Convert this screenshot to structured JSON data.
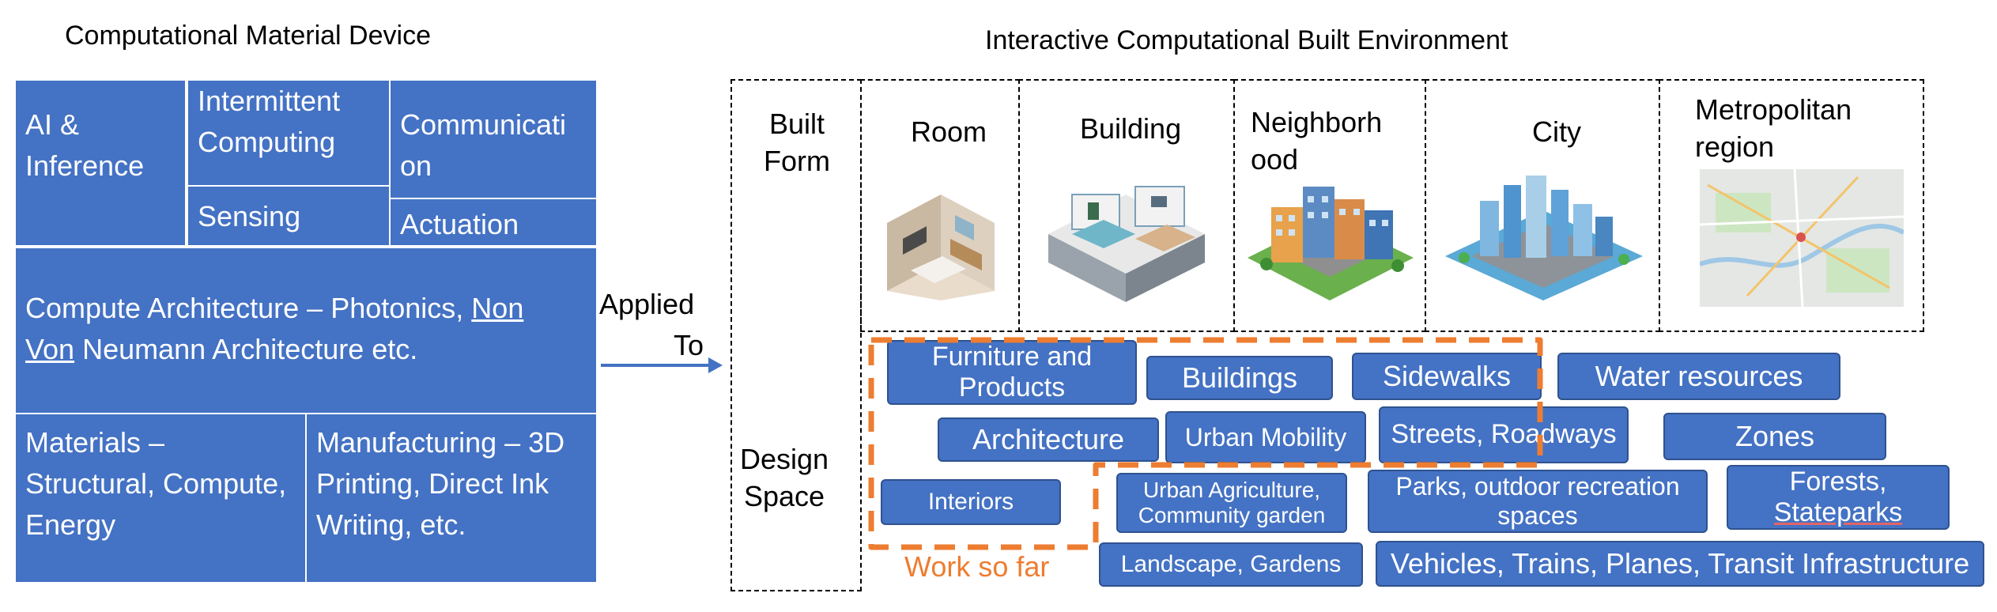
{
  "left": {
    "title": "Computational Material Device",
    "boxes": {
      "ai": "AI & Inference",
      "intermittent": "Intermittent Computing",
      "communication": "Communicati on",
      "sensing": "Sensing",
      "actuation": "Actuation",
      "compute_a": "Compute Architecture – Photonics, ",
      "compute_b": "Non",
      "compute_c": "Von",
      "compute_d": " Neumann Architecture etc.",
      "materials": "Materials – Structural, Compute, Energy",
      "manufacturing": "Manufacturing – 3D Printing, Direct Ink Writing, etc."
    }
  },
  "arrow": {
    "line1": "Applied",
    "line2": "To"
  },
  "right": {
    "title": "Interactive Computational Built Environment",
    "built_form_1": "Built",
    "built_form_2": "Form",
    "design_space_1": "Design",
    "design_space_2": "Space",
    "scales": {
      "room": "Room",
      "building": "Building",
      "neighborhood_1": "Neighborh",
      "neighborhood_2": "ood",
      "city": "City",
      "metro_1": "Metropolitan",
      "metro_2": "region"
    },
    "pills": {
      "furniture": "Furniture and Products",
      "buildings": "Buildings",
      "sidewalks": "Sidewalks",
      "water": "Water resources",
      "architecture": "Architecture",
      "urban_mobility": "Urban Mobility",
      "streets": "Streets, Roadways",
      "zones": "Zones",
      "interiors": "Interiors",
      "urban_agriculture": "Urban Agriculture, Community garden",
      "parks": "Parks, outdoor recreation spaces",
      "forests_1": "Forests, ",
      "forests_2": "Stateparks",
      "landscape": "Landscape, Gardens",
      "vehicles": "Vehicles, Trains, Planes, Transit Infrastructure"
    },
    "work_so_far": "Work so far"
  },
  "colors": {
    "box_blue": "#4472c4",
    "pill_border": "#2f528f",
    "orange": "#ed7d31"
  }
}
